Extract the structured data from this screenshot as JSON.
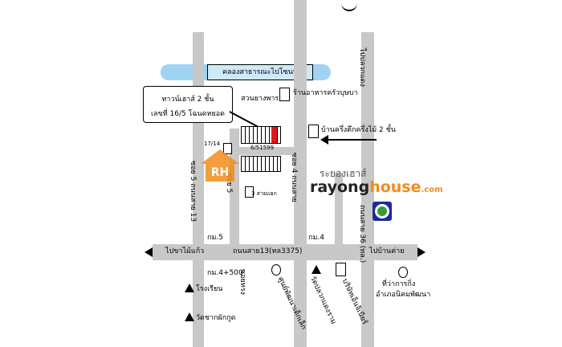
{
  "map": {
    "canal_label": "คลองสาธารณะไปโซนน์",
    "main_road": "ถนนสาย13(ทล3375)",
    "left_destination": "ไปขาไม้แก้ว",
    "right_destination": "ไปบ้านค่าย",
    "top_destination": "ไปปลวกแดง",
    "soi_5_left": "ซอย 5 ถนนสาย 13",
    "soi_5_inner": "ซอย 5",
    "soi_4": "ซอย 4 ถนนสาย",
    "right_highway": "ถนนสาย 36 (ทล.)",
    "bottom_soi": "ซอยทรง",
    "km5": "กม.5",
    "km4": "กม.4",
    "km4_500": "กม.4+500",
    "callout_line1": "ทาวน์เฮาส์ 2 ชั้น",
    "callout_line2": "เลขที่ 16/5 โฉนดหยอด",
    "rubber_plantation": "สวนยางพารา",
    "house_number": "6/51599",
    "building_1714": "17/14",
    "building_small": "3 สายแยก",
    "food_shop": "ร้านอาหารครัวบุษบา",
    "two_storey_house": "บ้านครึ่งตึกครึ่งไม้ 2 ชั้น",
    "watermark_thai": "ระยองเฮาส์",
    "watermark_brand_1": "rayong",
    "watermark_brand_2": "house",
    "watermark_brand_3": ".com",
    "watermark_logo": "RH",
    "landmark_left": "ศูนย์พัฒนาเด็กเล็ก",
    "temple_mid": "วัดปลวกแดงราม",
    "landmark_right": "บริษัทเอ็นจิเนียร์",
    "district_office_1": "ที่ว่าการกิ่ง",
    "district_office_2": "อำเภอนิคมพัฒนา",
    "school": "โรงเรียน",
    "temple_left": "วัดชากผักกูด"
  }
}
